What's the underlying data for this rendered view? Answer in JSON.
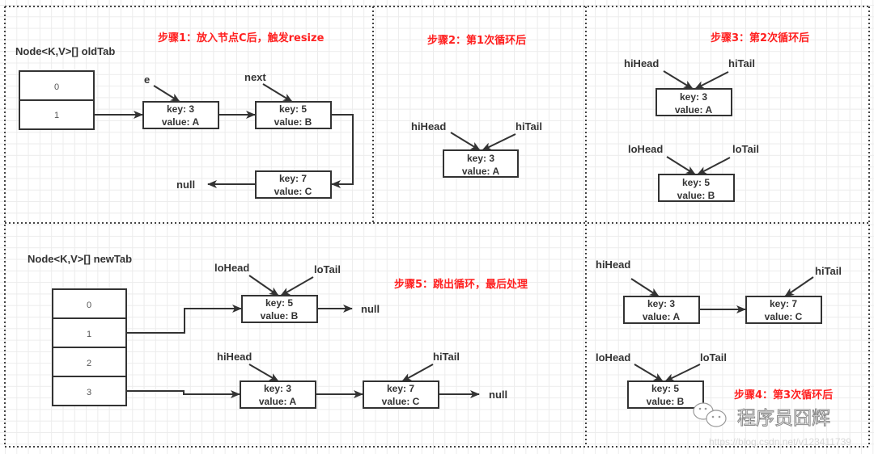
{
  "panels": {
    "step1": {
      "title": "步骤1：放入节点C后，触发resize",
      "table_label": "Node<K,V>[] oldTab",
      "cells": [
        "0",
        "1"
      ],
      "pointers": [
        "e",
        "next"
      ],
      "nodes": [
        {
          "key": "key: 3",
          "value": "value: A"
        },
        {
          "key": "key: 5",
          "value": "value: B"
        },
        {
          "key": "key: 7",
          "value": "value: C"
        }
      ],
      "null_label": "null"
    },
    "step2": {
      "title": "步骤2：第1次循环后",
      "pointers": [
        "hiHead",
        "hiTail"
      ],
      "nodes": [
        {
          "key": "key: 3",
          "value": "value: A"
        }
      ]
    },
    "step3": {
      "title": "步骤3：第2次循环后",
      "pointers": [
        "hiHead",
        "hiTail",
        "loHead",
        "loTail"
      ],
      "nodes": [
        {
          "key": "key: 3",
          "value": "value: A"
        },
        {
          "key": "key: 5",
          "value": "value: B"
        }
      ]
    },
    "step5": {
      "title": "步骤5：跳出循环，最后处理",
      "table_label": "Node<K,V>[] newTab",
      "cells": [
        "0",
        "1",
        "2",
        "3"
      ],
      "pointers": [
        "loHead",
        "loTail",
        "hiHead",
        "hiTail"
      ],
      "nodes": [
        {
          "key": "key: 5",
          "value": "value: B"
        },
        {
          "key": "key: 3",
          "value": "value: A"
        },
        {
          "key": "key: 7",
          "value": "value: C"
        }
      ],
      "null_label": "null"
    },
    "step4": {
      "title": "步骤4：第3次循环后",
      "pointers": [
        "hiHead",
        "hiTail",
        "loHead",
        "loTail"
      ],
      "nodes": [
        {
          "key": "key: 3",
          "value": "value: A"
        },
        {
          "key": "key: 7",
          "value": "value: C"
        },
        {
          "key": "key: 5",
          "value": "value: B"
        }
      ]
    }
  },
  "watermark": {
    "brand": "程序员囧辉",
    "url": "https://blog.csdn.net/v123411739"
  },
  "colors": {
    "title": "#ff2020",
    "stroke": "#333333",
    "text": "#333333",
    "grid": "#ececec"
  }
}
